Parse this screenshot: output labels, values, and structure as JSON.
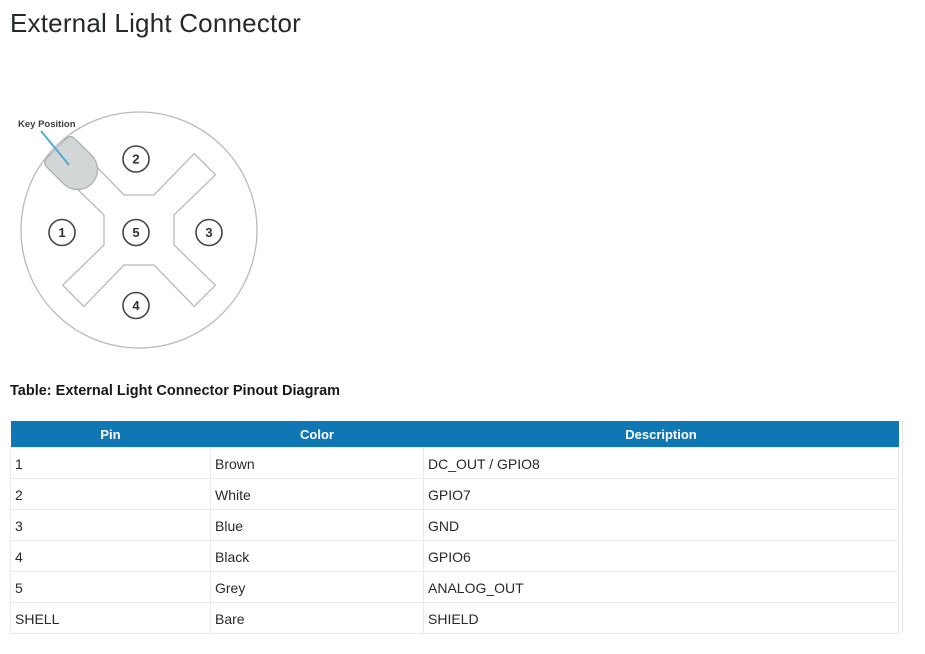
{
  "page": {
    "title": "External Light Connector"
  },
  "diagram": {
    "key_label": "Key Position",
    "pins": [
      "1",
      "2",
      "3",
      "4",
      "5"
    ],
    "colors": {
      "outline": "#b5babd",
      "key_fill": "#d3d6d7",
      "key_stroke": "#a9aeb0",
      "pointer_line": "#4fabd3",
      "pin_stroke": "#42474b"
    }
  },
  "table": {
    "caption": "Table: External Light Connector Pinout Diagram",
    "header_bg": "#1077b5",
    "headers": [
      "Pin",
      "Color",
      "Description"
    ],
    "rows": [
      [
        "1",
        "Brown",
        "DC_OUT / GPIO8"
      ],
      [
        "2",
        "White",
        "GPIO7"
      ],
      [
        "3",
        "Blue",
        "GND"
      ],
      [
        "4",
        "Black",
        "GPIO6"
      ],
      [
        "5",
        "Grey",
        "ANALOG_OUT"
      ],
      [
        "SHELL",
        "Bare",
        "SHIELD"
      ]
    ]
  }
}
